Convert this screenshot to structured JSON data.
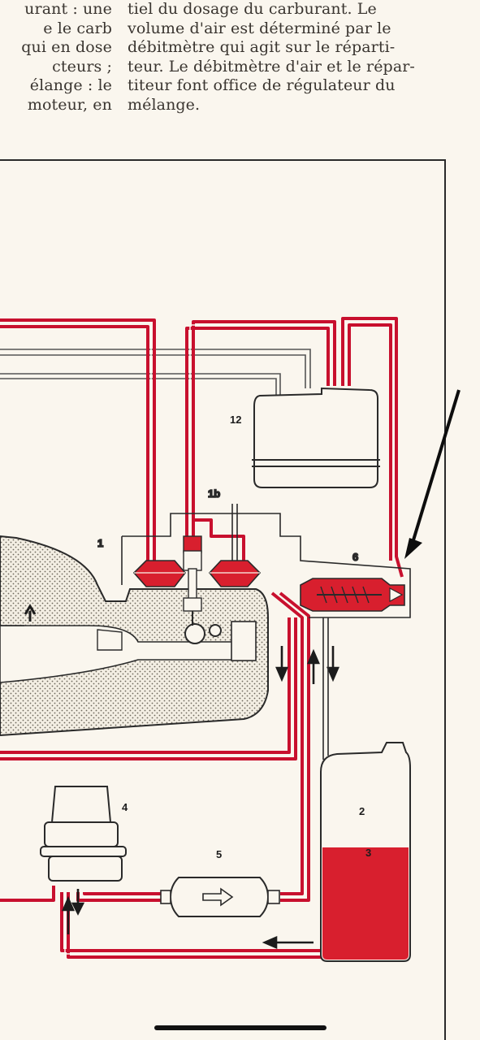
{
  "text": {
    "left_lines": [
      "urant : une",
      "e le carb",
      "qui en dose",
      "cteurs ;",
      "élange :  le",
      "moteur, en"
    ],
    "right_lines": [
      "tiel du dosage du carburant. Le",
      "volume d'air est déterminé par le",
      "débitmètre qui agit sur le réparti-",
      "teur. Le débitmètre d'air et le répar-",
      "titeur font office de régulateur du",
      "mélange."
    ]
  },
  "diagram": {
    "labels": {
      "label_1": "1",
      "label_1b": "1b",
      "label_2": "2",
      "label_3": "3",
      "label_4": "4",
      "label_5": "5",
      "label_6": "6",
      "label_12": "12"
    },
    "colors": {
      "fuel_line": "#c8102e",
      "fuel_fill": "#d81f2e",
      "outline": "#2a2a2a",
      "paper": "#faf6ee",
      "stipple": "#e9e3d6"
    }
  },
  "annotation": {
    "arrow_icon": "black-arrow-pointing-to-component-6"
  }
}
